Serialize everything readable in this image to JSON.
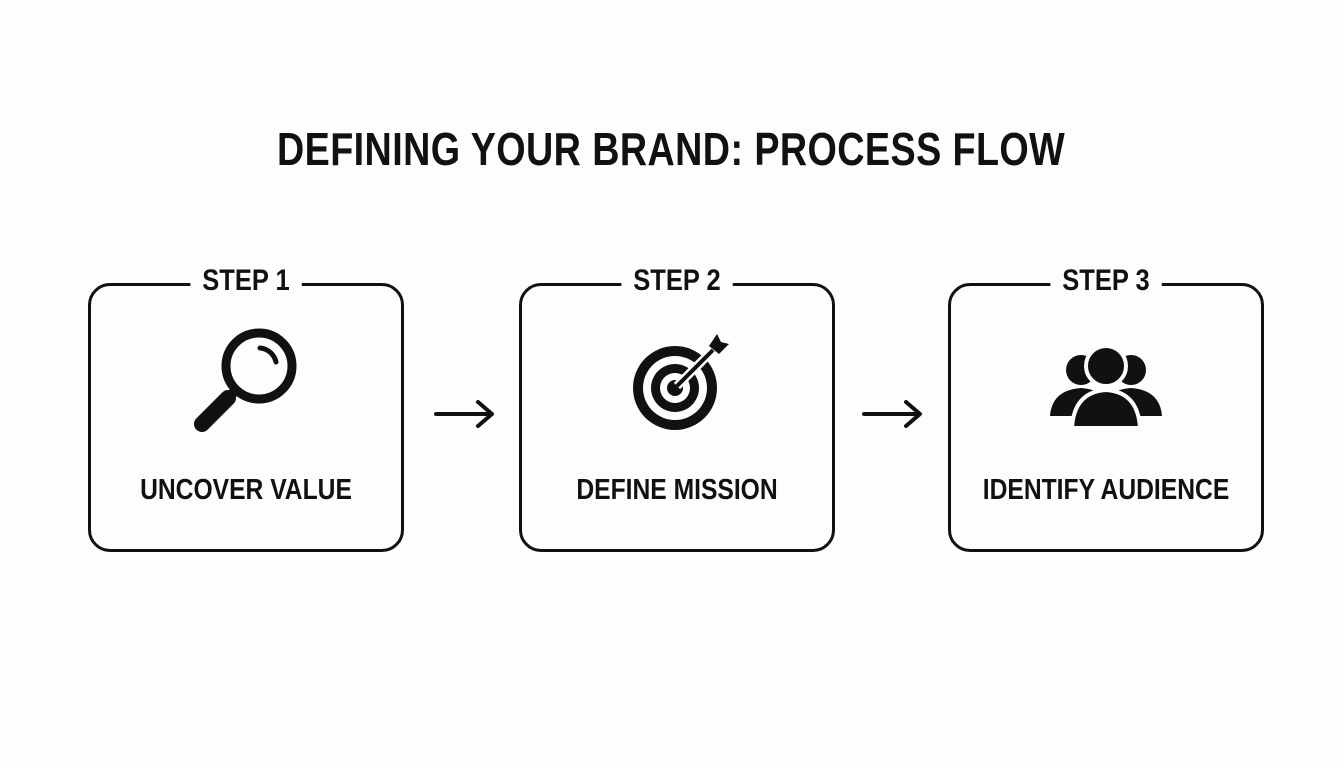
{
  "title": "DEFINING YOUR BRAND: PROCESS FLOW",
  "steps": [
    {
      "label": "STEP 1",
      "text": "UNCOVER VALUE",
      "icon": "magnifying-glass-icon"
    },
    {
      "label": "STEP 2",
      "text": "DEFINE MISSION",
      "icon": "target-arrow-icon"
    },
    {
      "label": "STEP 3",
      "text": "IDENTIFY AUDIENCE",
      "icon": "people-group-icon"
    }
  ],
  "connectors": [
    {
      "icon": "arrow-right-icon"
    },
    {
      "icon": "arrow-right-icon"
    }
  ],
  "colors": {
    "foreground": "#111111",
    "background": "#fdfdfc"
  }
}
